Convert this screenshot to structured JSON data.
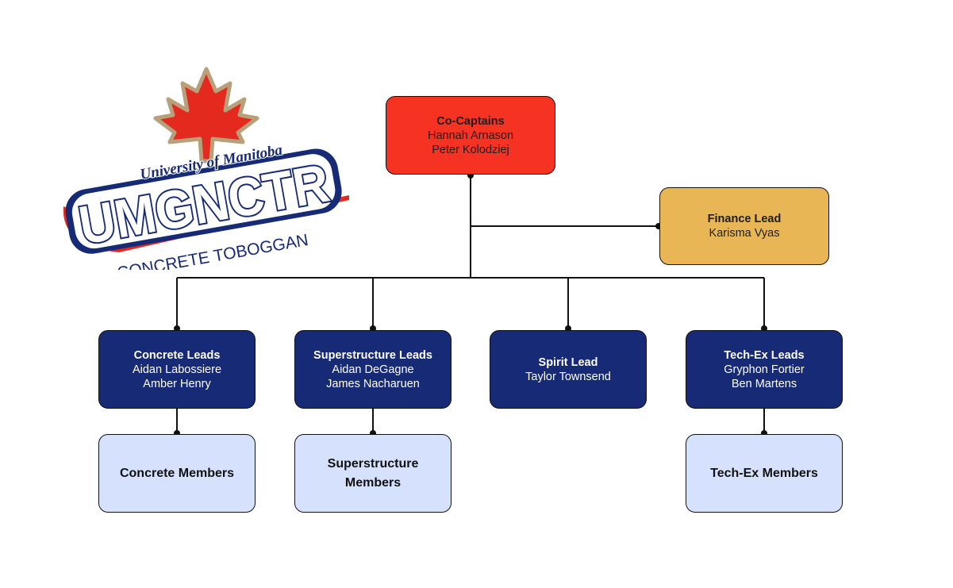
{
  "logo": {
    "arc_text": "University of Manitoba",
    "main_text": "UMGNCTR",
    "sub_text": "CONCRETE TOBOGGAN"
  },
  "colors": {
    "captains": "#f63222",
    "finance": "#e9b655",
    "leads": "#172a76",
    "members": "#d6e2fd",
    "logo_navy": "#172a76",
    "logo_red": "#e42a1e",
    "logo_gold": "#b7a07a"
  },
  "nodes": {
    "captains": {
      "title": "Co-Captains",
      "line1": "Hannah Arnason",
      "line2": "Peter Kolodziej"
    },
    "finance": {
      "title": "Finance Lead",
      "line1": "Karisma Vyas"
    },
    "concrete_leads": {
      "title": "Concrete Leads",
      "line1": "Aidan Labossiere",
      "line2": "Amber Henry"
    },
    "superstructure_leads": {
      "title": "Superstructure Leads",
      "line1": "Aidan DeGagne",
      "line2": "James Nacharuen"
    },
    "spirit_lead": {
      "title": "Spirit Lead",
      "line1": "Taylor Townsend"
    },
    "techex_leads": {
      "title": "Tech-Ex Leads",
      "line1": "Gryphon Fortier",
      "line2": "Ben Martens"
    },
    "concrete_members": {
      "label": "Concrete Members"
    },
    "superstructure_members": {
      "line1": "Superstructure",
      "line2": "Members"
    },
    "techex_members": {
      "label": "Tech-Ex Members"
    }
  }
}
